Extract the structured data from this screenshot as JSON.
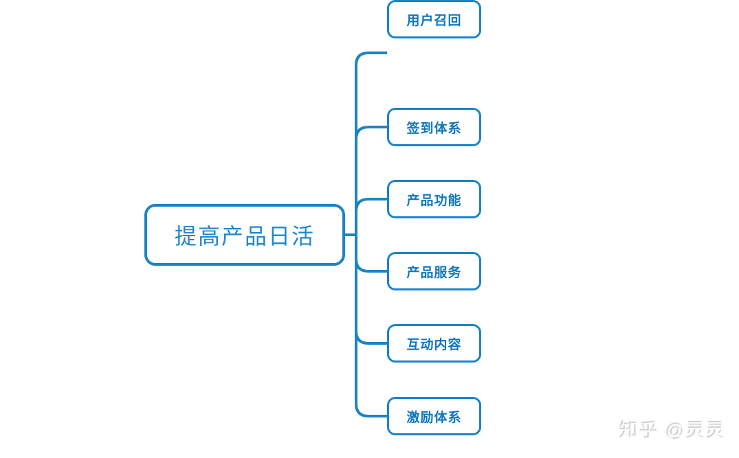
{
  "mindmap": {
    "root": {
      "label": "提高产品日活"
    },
    "children": [
      {
        "label": "签到体系"
      },
      {
        "label": "产品功能"
      },
      {
        "label": "产品服务"
      },
      {
        "label": "互动内容"
      },
      {
        "label": "激励体系"
      },
      {
        "label": "用户召回"
      }
    ]
  },
  "watermark": {
    "text": "知乎 @灵灵"
  },
  "colors": {
    "line": "#1b84c6",
    "root_text": "#1e87cd",
    "child_text": "#0f77bf",
    "background": "#ffffff",
    "watermark_text": "#fbfbfb"
  }
}
